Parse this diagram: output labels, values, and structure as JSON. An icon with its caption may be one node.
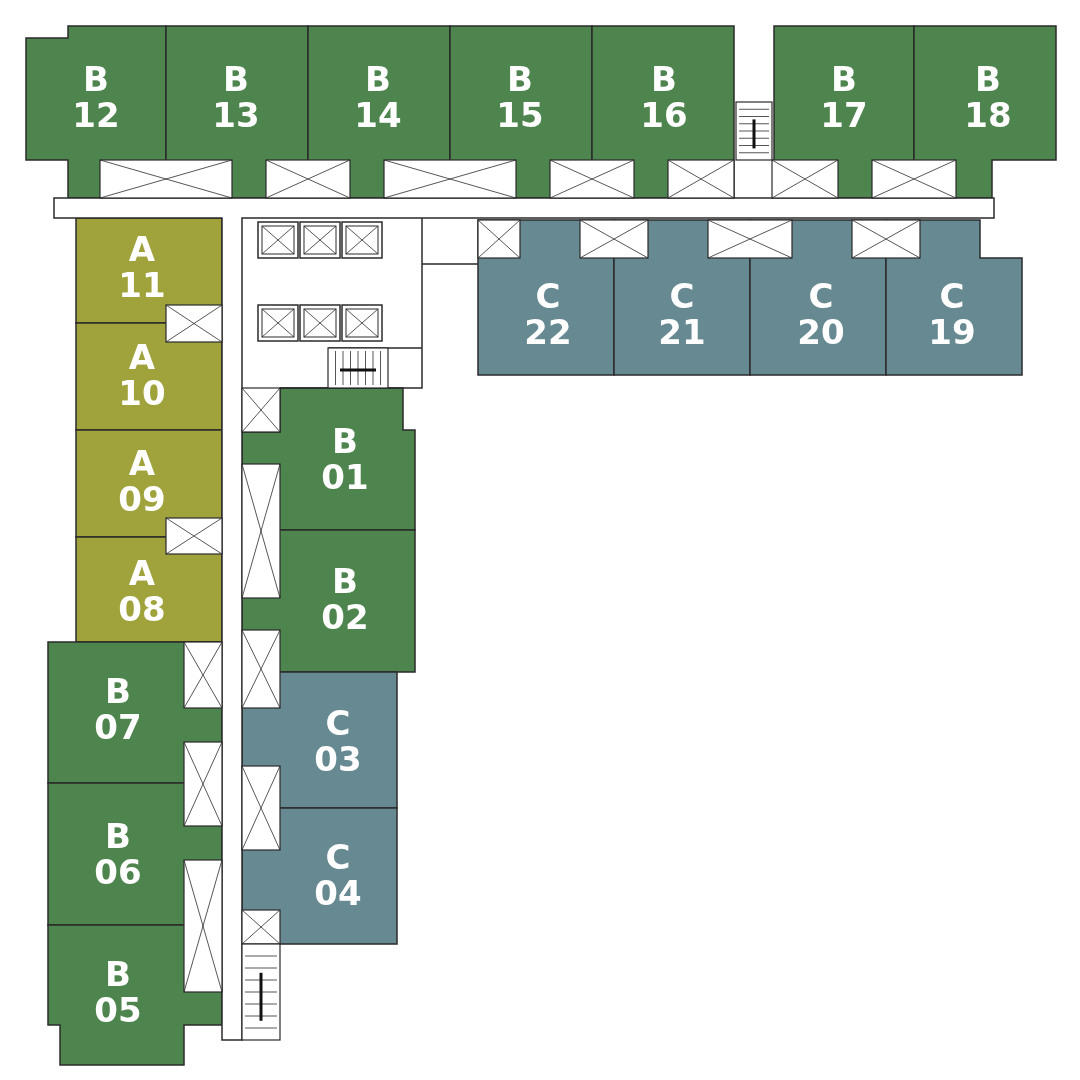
{
  "diagram": {
    "nodes": [
      {
        "text": [
          "B 12"
        ]
      },
      {
        "text": [
          "B 13"
        ]
      },
      {
        "text": [
          "B 14"
        ]
      },
      {
        "text": [
          "B 15"
        ]
      },
      {
        "text": [
          "B 16"
        ]
      },
      {
        "text": [
          "B 17"
        ]
      },
      {
        "text": [
          "B 18"
        ]
      },
      {
        "text": [
          "A 11"
        ]
      },
      {
        "text": [
          "C 22"
        ]
      },
      {
        "text": [
          "C 21"
        ]
      },
      {
        "text": [
          "C 20"
        ]
      },
      {
        "text": [
          "C 19"
        ]
      },
      {
        "text": [
          "A 10"
        ]
      },
      {
        "text": [
          "B 01"
        ]
      },
      {
        "text": [
          "A 09"
        ]
      },
      {
        "text": [
          "A 08"
        ]
      },
      {
        "text": [
          "B 02"
        ]
      },
      {
        "text": [
          "B 07"
        ]
      },
      {
        "text": [
          "C 03"
        ]
      },
      {
        "text": [
          "B 06"
        ]
      },
      {
        "text": [
          "C 04"
        ]
      },
      {
        "text": [
          "B 05"
        ]
      }
    ]
  }
}
